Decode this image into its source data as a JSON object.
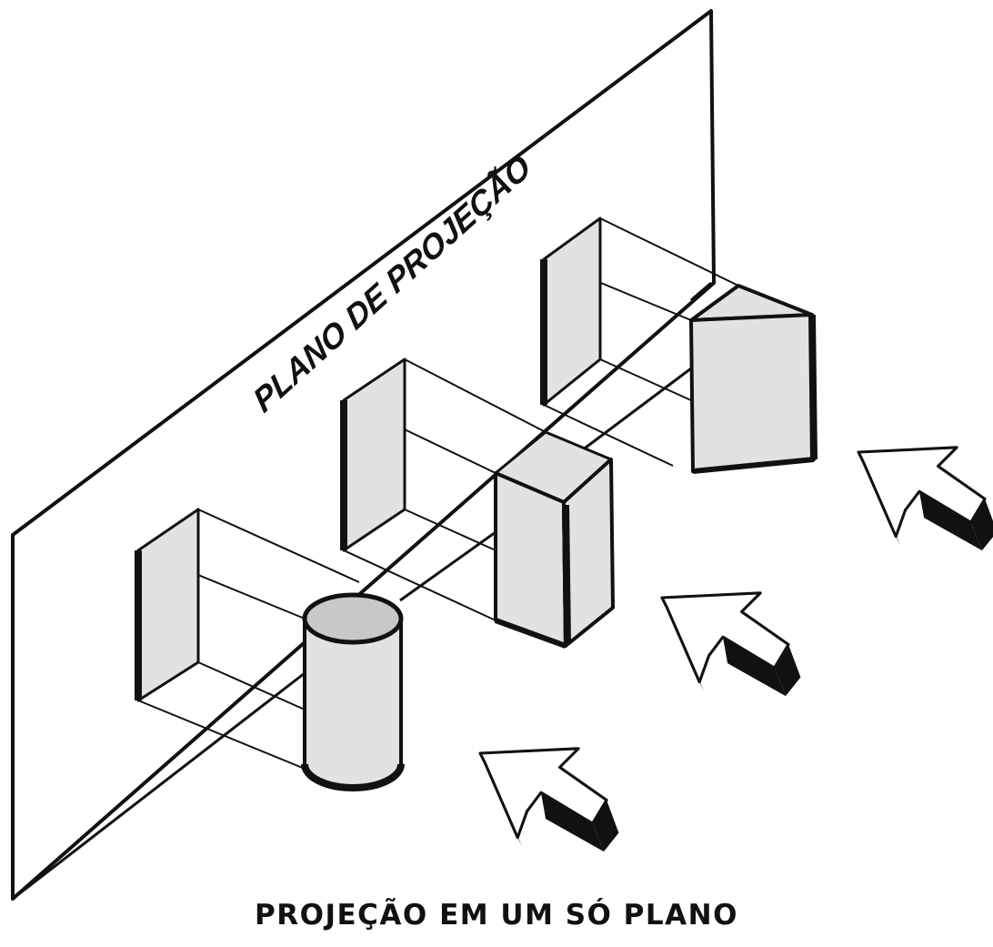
{
  "diagram": {
    "plane_label": "PLANO DE PROJEÇÃO",
    "caption": "PROJEÇÃO EM UM SÓ PLANO",
    "colors": {
      "stroke": "#111111",
      "face_light": "#e2e2e2",
      "cylinder_top": "#c8c8c8",
      "background": "#ffffff"
    },
    "objects": [
      "cylinder",
      "square-prism",
      "triangular-prism"
    ],
    "arrows": 3
  }
}
